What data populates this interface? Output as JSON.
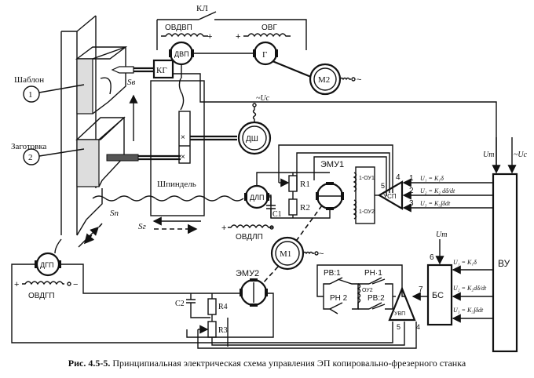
{
  "caption": {
    "number": "Рис. 4.5-5.",
    "text": "Принципиальная электрическая схема управления ЭП копировально-фрезерного станка"
  },
  "machine": {
    "template_label": "Шаблон",
    "template_num": "1",
    "workpiece_label": "Заготовка",
    "workpiece_num": "2",
    "spindle_label": "Шпиндель",
    "feed_vertical": "Sв",
    "feed_longitudinal": "Sг",
    "feed_transverse": "Sп"
  },
  "components": {
    "kl": "КЛ",
    "ovdvp": "ОВДВП",
    "ovg": "ОВГ",
    "dvp": "ДВП",
    "g": "Г",
    "m2": "М2",
    "kg": "КГ",
    "dsh": "ДШ",
    "uc_dsh": "~Uc",
    "dlp": "ДЛП",
    "ovdlp": "ОВДЛП",
    "r1": "R1",
    "r2": "R2",
    "c1": "C1",
    "emu1": "ЭМУ1",
    "ou1": "1-ОУ1",
    "ou2": "1-ОУ2",
    "usp": "УСП",
    "m1": "М1",
    "dgp": "ДГП",
    "ovdgp": "ОВДГП",
    "emu2": "ЭМУ2",
    "c2": "C2",
    "r4": "R4",
    "r3": "R3",
    "rv1": "РВ:1",
    "rn1": "РН·1",
    "rn2": "РН 2",
    "rv2": "РВ:2",
    "ou_2": "ОУ2",
    "uvp": "УВП",
    "bs": "БС",
    "vu": "ВУ",
    "ut_vu": "Uт",
    "uc_vu": "~Uc",
    "ut_bs": "Uт"
  },
  "signals": {
    "usp_in1_num": "1",
    "usp_in1": "U₁ = K₁δ",
    "usp_in2_num": "2",
    "usp_in2": "U₂ = K₂ dδ/dt",
    "usp_in3_num": "3",
    "usp_in3": "U₃ = K₃∫δdt",
    "usp_in4": "4",
    "usp_in5": "5",
    "bs_in1": "U₁ = K₁δ",
    "bs_in2": "U₂ = K₂dδ/dt",
    "bs_in3": "U₃ = K₃∫δdt",
    "bs_num6": "6",
    "bs_num7": "7",
    "uvp_num5": "5",
    "uvp_num4": "4"
  }
}
